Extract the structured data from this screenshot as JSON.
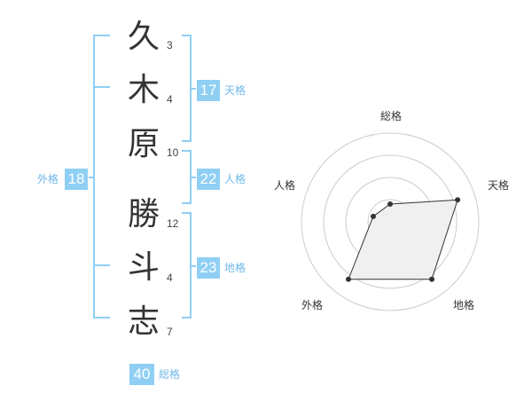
{
  "name": {
    "chars": [
      {
        "char": "久",
        "strokes": "3"
      },
      {
        "char": "木",
        "strokes": "4"
      },
      {
        "char": "原",
        "strokes": "10"
      },
      {
        "char": "勝",
        "strokes": "12"
      },
      {
        "char": "斗",
        "strokes": "4"
      },
      {
        "char": "志",
        "strokes": "7"
      }
    ]
  },
  "fortunes": {
    "tenkaku": {
      "value": "17",
      "label": "天格"
    },
    "jinkaku": {
      "value": "22",
      "label": "人格"
    },
    "chikaku": {
      "value": "23",
      "label": "地格"
    },
    "gaikaku": {
      "value": "18",
      "label": "外格"
    },
    "soukaku": {
      "value": "40",
      "label": "総格"
    }
  },
  "radar": {
    "axes": [
      "総格",
      "天格",
      "地格",
      "外格",
      "人格"
    ],
    "levels": 4,
    "values": [
      1.0,
      4.0,
      4.0,
      4.0,
      1.0
    ],
    "max": 5
  },
  "colors": {
    "accent": "#8fcff4",
    "accent_text": "#6fb8e8",
    "bracket": "#8fcff4"
  }
}
